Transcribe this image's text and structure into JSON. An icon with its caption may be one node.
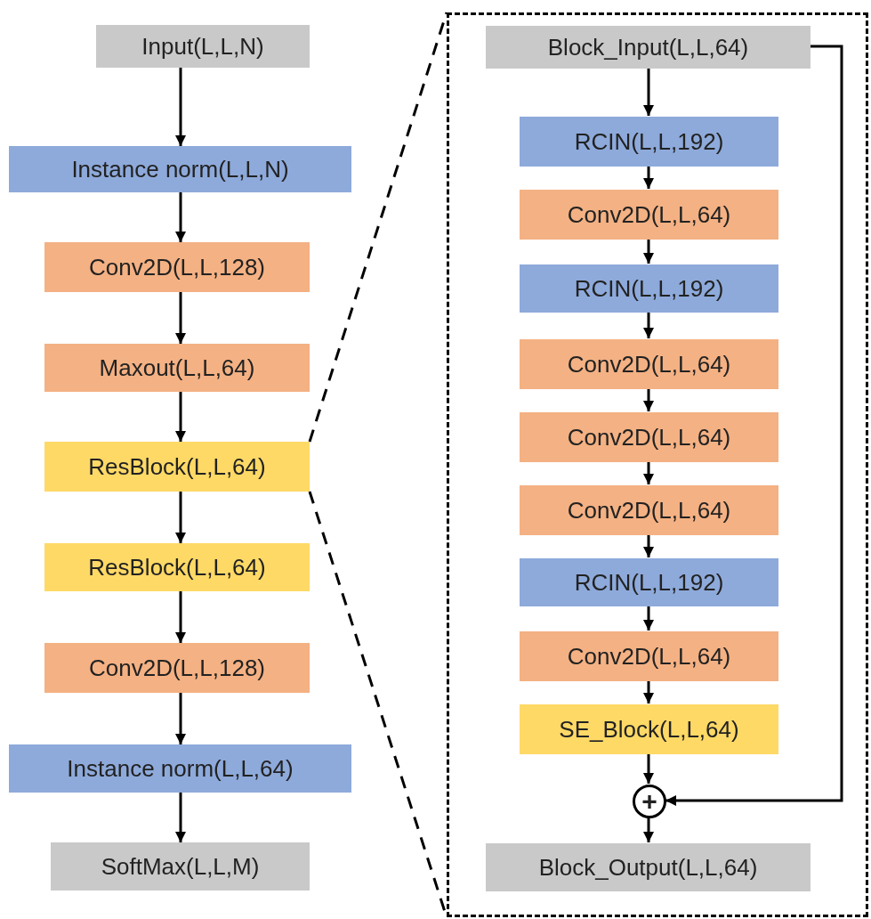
{
  "diagram": {
    "nodes": [
      {
        "text": [
          "Input(L,L,N)"
        ]
      },
      {
        "text": [
          "Instance norm(L,L,N)"
        ]
      },
      {
        "text": [
          "Conv2D(L,L,128)"
        ]
      },
      {
        "text": [
          "Maxout(L,L,64)"
        ]
      },
      {
        "text": [
          "ResBlock(L,L,64)"
        ]
      },
      {
        "text": [
          "ResBlock(L,L,64)"
        ]
      },
      {
        "text": [
          "Conv2D(L,L,128)"
        ]
      },
      {
        "text": [
          "Instance norm(L,L,64)"
        ]
      },
      {
        "text": [
          "SoftMax(L,L,M)"
        ]
      },
      {
        "text": [],
        "shape": "box"
      },
      {
        "text": [
          "Block_Input(L,L,64)"
        ],
        "in": 9
      },
      {
        "text": [
          "RCIN(L,L,192)"
        ],
        "in": 9
      },
      {
        "text": [
          "Conv2D(L,L,64)"
        ],
        "in": 9
      },
      {
        "text": [
          "RCIN(L,L,192)"
        ],
        "in": 9
      },
      {
        "text": [
          "Conv2D(L,L,64)"
        ],
        "in": 9
      },
      {
        "text": [
          "Conv2D(L,L,64)"
        ],
        "in": 9
      },
      {
        "text": [
          "Conv2D(L,L,64)"
        ],
        "in": 9
      },
      {
        "text": [
          "RCIN(L,L,192)"
        ],
        "in": 9
      },
      {
        "text": [
          "Conv2D(L,L,64)"
        ],
        "in": 9
      },
      {
        "text": [
          "SE_Block(L,L,64)"
        ],
        "in": 9
      },
      {
        "text": [
          "+"
        ],
        "in": 9
      },
      {
        "text": [
          "Block_Output(L,L,64)"
        ],
        "in": 9
      }
    ],
    "edges": [
      {
        "from": 0,
        "to": 1,
        "arrow": "to"
      },
      {
        "from": 1,
        "to": 2,
        "arrow": "to"
      },
      {
        "from": 2,
        "to": 3,
        "arrow": "to"
      },
      {
        "from": 3,
        "to": 4,
        "arrow": "to"
      },
      {
        "from": 4,
        "to": 5,
        "arrow": "to"
      },
      {
        "from": 5,
        "to": 6,
        "arrow": "to"
      },
      {
        "from": 6,
        "to": 7,
        "arrow": "to"
      },
      {
        "from": 7,
        "to": 8,
        "arrow": "to"
      },
      {
        "from": 4,
        "to": 9,
        "arrow": "none",
        "style": "dashed"
      },
      {
        "from": 4,
        "to": 9,
        "arrow": "none",
        "style": "dashed"
      },
      {
        "from": 10,
        "to": 11,
        "arrow": "to"
      },
      {
        "from": 11,
        "to": 12,
        "arrow": "to"
      },
      {
        "from": 12,
        "to": 13,
        "arrow": "to"
      },
      {
        "from": 13,
        "to": 14,
        "arrow": "to"
      },
      {
        "from": 14,
        "to": 15,
        "arrow": "to"
      },
      {
        "from": 15,
        "to": 16,
        "arrow": "to"
      },
      {
        "from": 16,
        "to": 17,
        "arrow": "to"
      },
      {
        "from": 17,
        "to": 18,
        "arrow": "to"
      },
      {
        "from": 18,
        "to": 19,
        "arrow": "to"
      },
      {
        "from": 19,
        "to": 20,
        "arrow": "to"
      },
      {
        "from": 10,
        "to": 20,
        "arrow": "to"
      },
      {
        "from": 20,
        "to": 21,
        "arrow": "to"
      }
    ]
  }
}
